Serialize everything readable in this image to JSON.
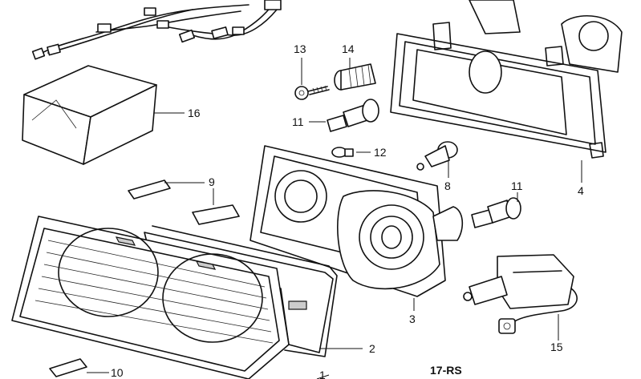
{
  "callouts": {
    "c1": "1",
    "c2": "2",
    "c3": "3",
    "c4": "4",
    "c8": "8",
    "c9": "9",
    "c10": "10",
    "c11a": "11",
    "c11b": "11",
    "c12": "12",
    "c13": "13",
    "c14": "14",
    "c15": "15",
    "c16": "16"
  },
  "reference_code": "17-RS"
}
